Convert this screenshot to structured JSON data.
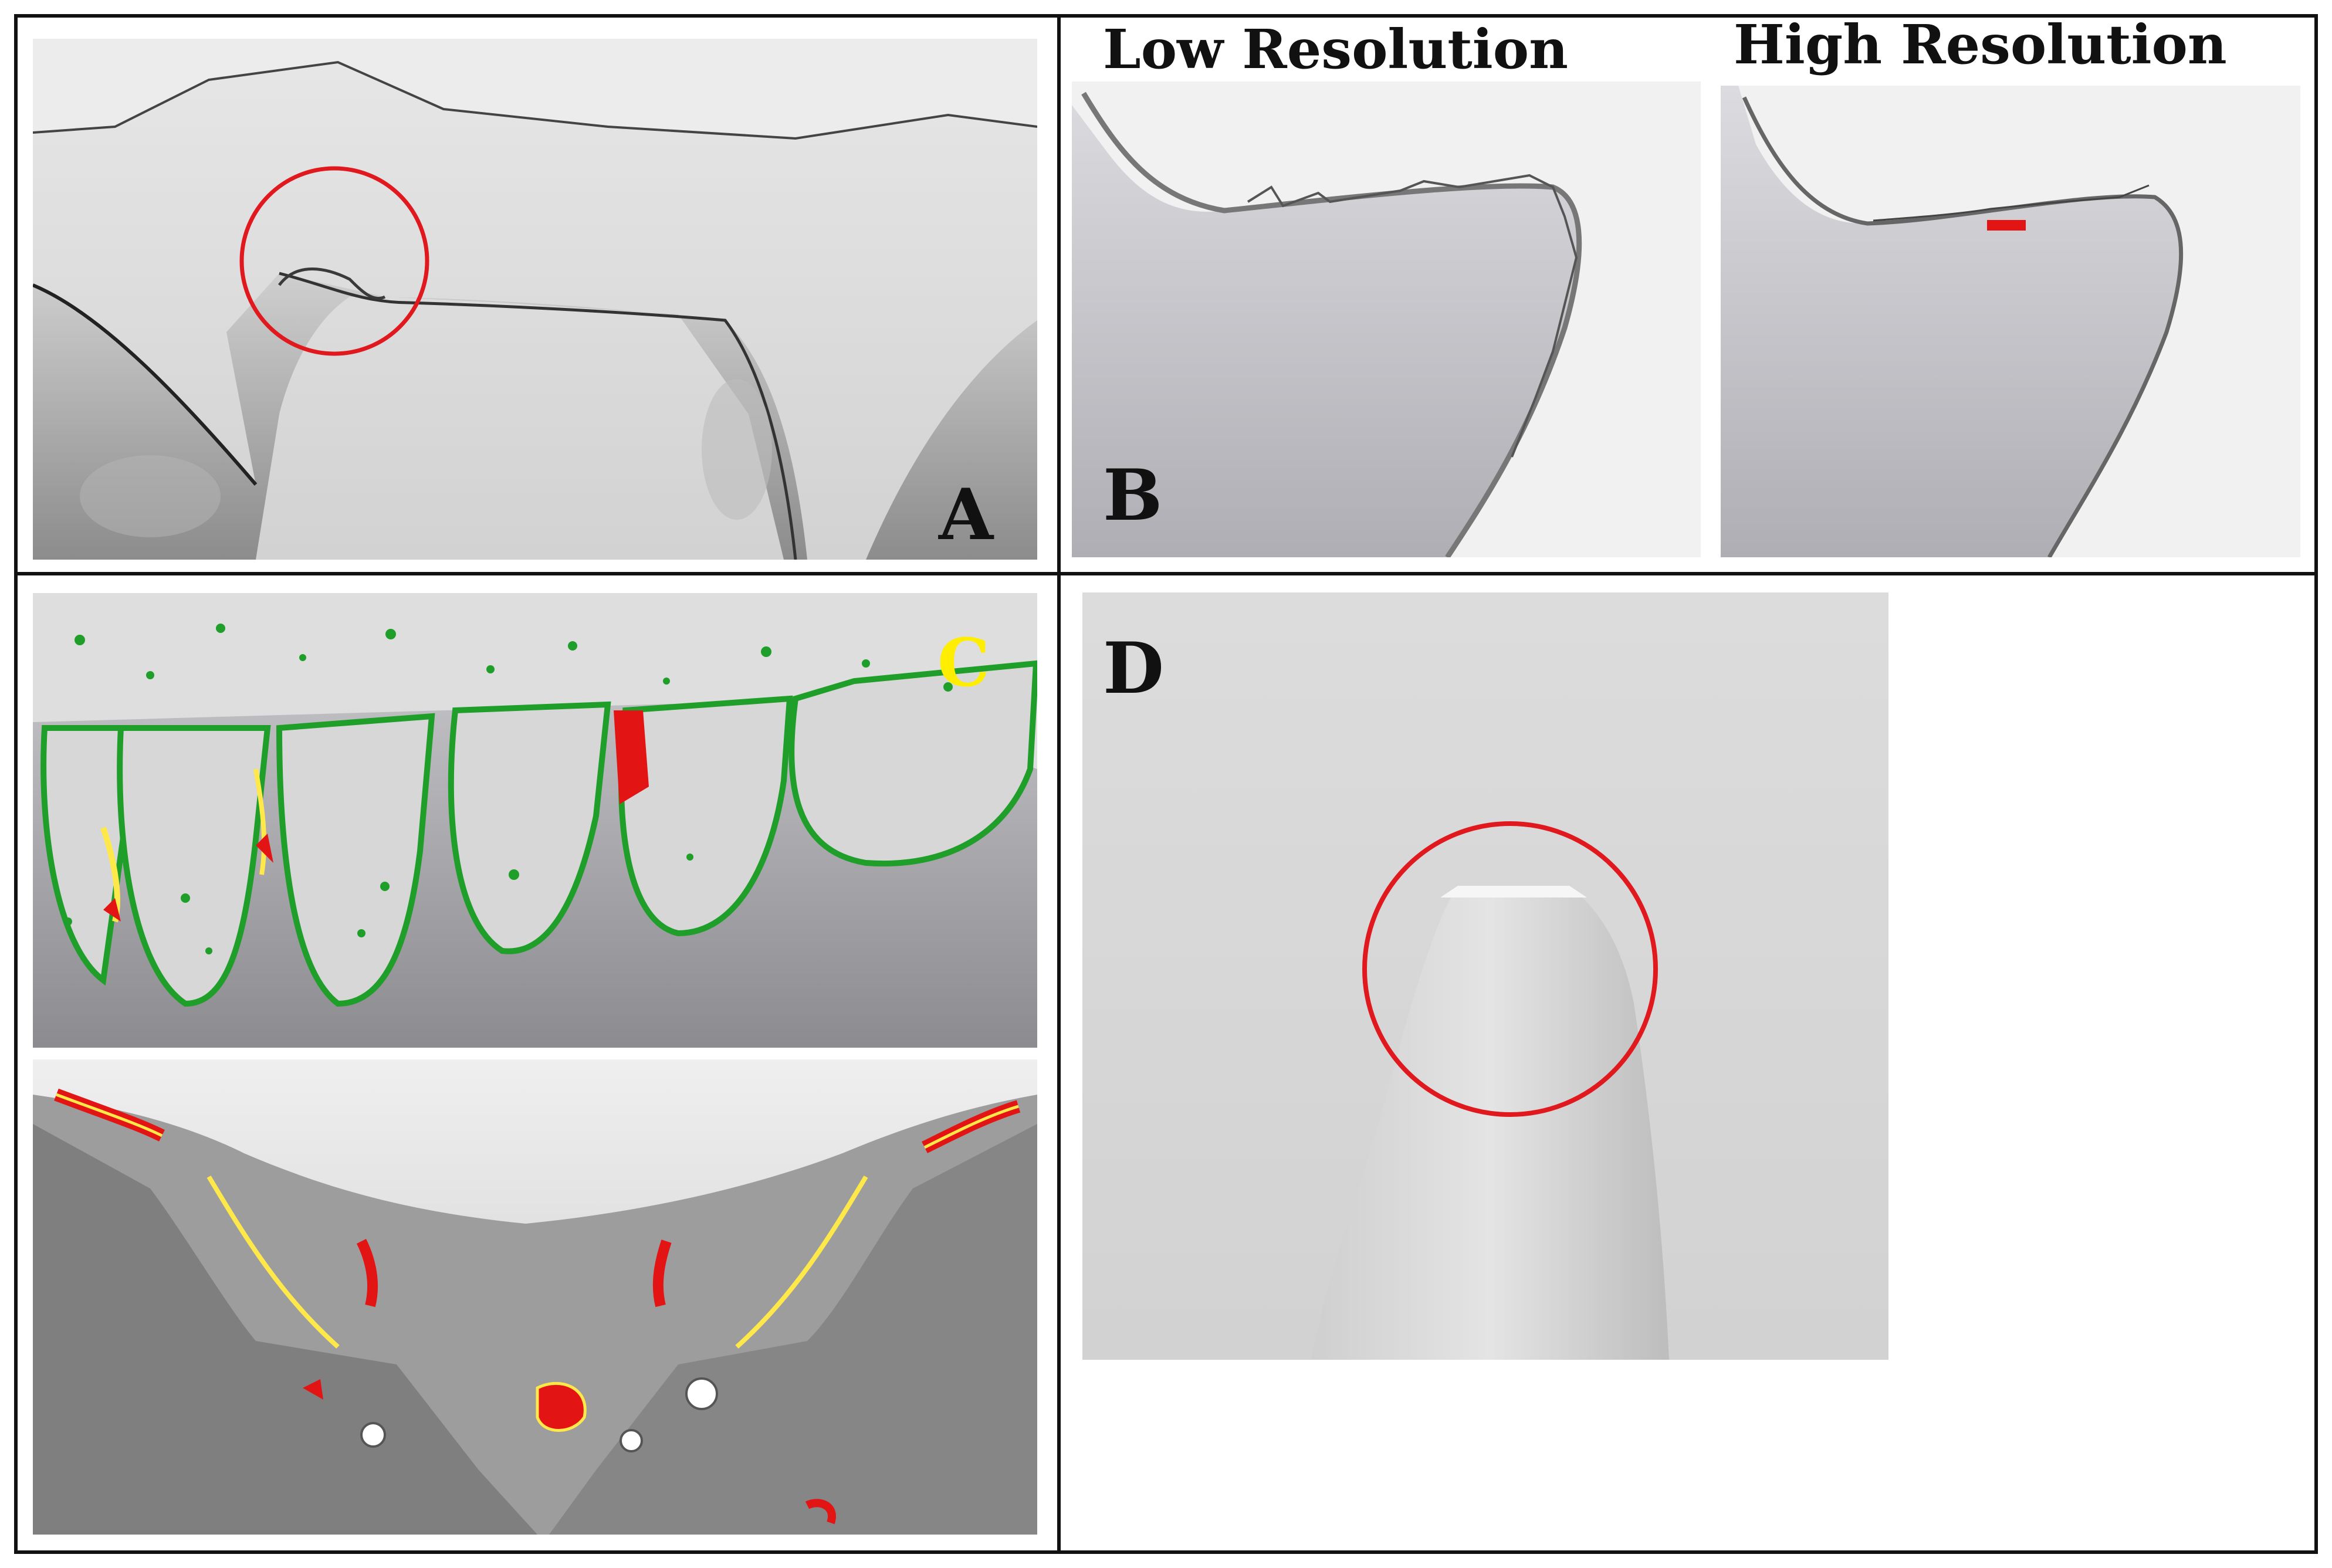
{
  "panels": {
    "a": {
      "label": "A"
    },
    "b": {
      "label": "B",
      "left_title": "Low Resolution",
      "right_title": "High Resolution"
    },
    "c": {
      "label": "C"
    },
    "d": {
      "label": "D"
    }
  },
  "colors": {
    "border": "#111111",
    "highlight_circle": "#e0191f",
    "deviation_red": "#e31414",
    "deviation_yellow": "#ffe94a",
    "deviation_green": "#1f9e2a",
    "label_yellow": "#ffee00"
  }
}
